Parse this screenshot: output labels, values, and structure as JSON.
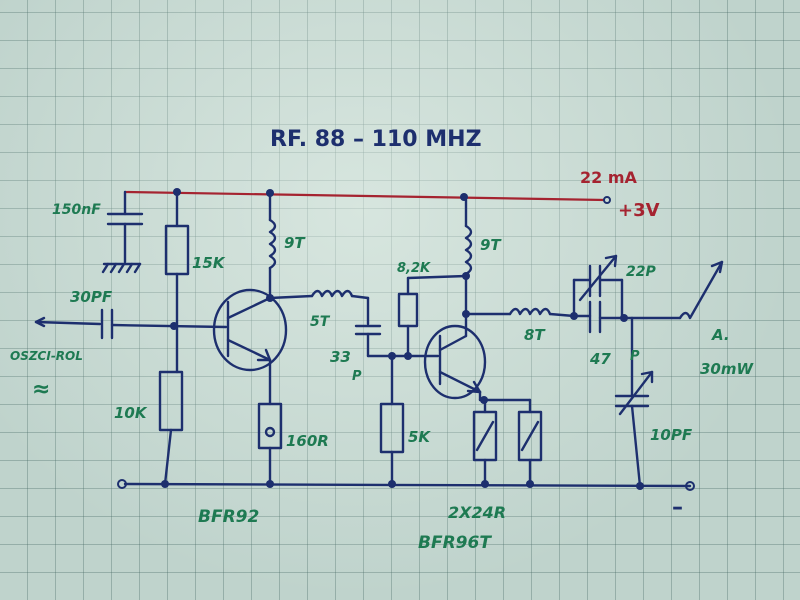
{
  "title": "RF. 88 – 110 MHZ",
  "supply": {
    "current": "22 mA",
    "voltage": "+3V"
  },
  "labels": {
    "c_decouple": "150nF",
    "c_in": "30PF",
    "r_bias_top": "15K",
    "r_bias_bot": "10K",
    "osc_label": "OSZCI-ROL",
    "osc_symbol": "≈",
    "coil1": "9T",
    "coil_series": "5T",
    "c_couple": "33",
    "c_couple_unit": "P",
    "r_emitter1": "160R",
    "transistor1": "BFR92",
    "r_base2": "8,2K",
    "coil2": "9T",
    "r_base2_bot": "5K",
    "coil_out": "8T",
    "c_trim": "22P",
    "c_series": "47",
    "c_series_unit": "P",
    "c_var": "10PF",
    "r_emitter2": "2X24R",
    "transistor2": "BFR96T",
    "antenna": "A.",
    "power": "30mW",
    "ground": "–"
  },
  "colors": {
    "ink": "#1d2f6e",
    "label": "#1e7a52",
    "supply": "#a52330",
    "paper": "#bfd3cc"
  }
}
